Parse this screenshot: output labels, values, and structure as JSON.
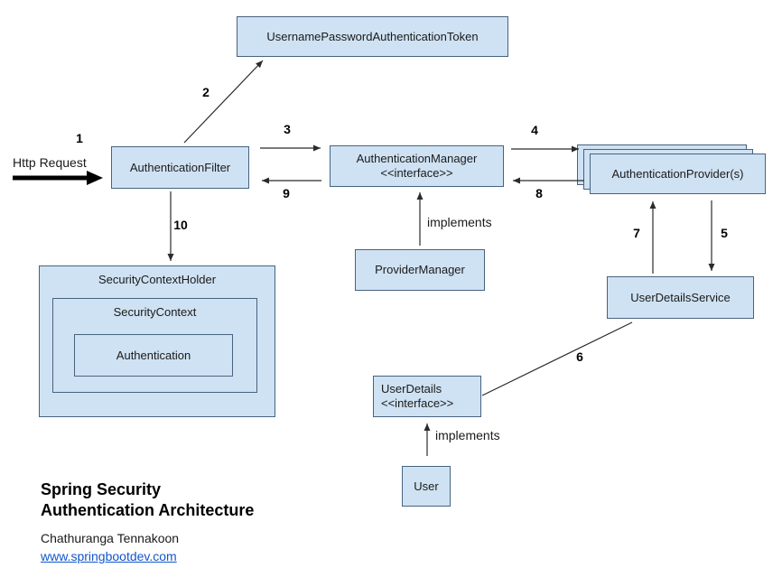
{
  "title": {
    "line1": "Spring Security",
    "line2": "Authentication Architecture"
  },
  "footer": {
    "author": "Chathuranga Tennakoon",
    "website": "www.springbootdev.com"
  },
  "labels": {
    "http_request": "Http Request",
    "implements_manager": "implements",
    "implements_user": "implements"
  },
  "steps": {
    "s1": "1",
    "s2": "2",
    "s3": "3",
    "s4": "4",
    "s5": "5",
    "s6": "6",
    "s7": "7",
    "s8": "8",
    "s9": "9",
    "s10": "10"
  },
  "boxes": {
    "token": "UsernamePasswordAuthenticationToken",
    "filter": "AuthenticationFilter",
    "manager_name": "AuthenticationManager",
    "manager_stereotype": "<<interface>>",
    "providers": "AuthenticationProvider(s)",
    "provider_manager": "ProviderManager",
    "user_details_service": "UserDetailsService",
    "user_details_name": "UserDetails",
    "user_details_stereotype": "<<interface>>",
    "user": "User",
    "security_context_holder": "SecurityContextHolder",
    "security_context": "SecurityContext",
    "authentication": "Authentication"
  },
  "colors": {
    "box_fill": "#cfe2f3",
    "box_border": "#46637f",
    "line": "#2b2b2b",
    "link": "#1155cc"
  }
}
